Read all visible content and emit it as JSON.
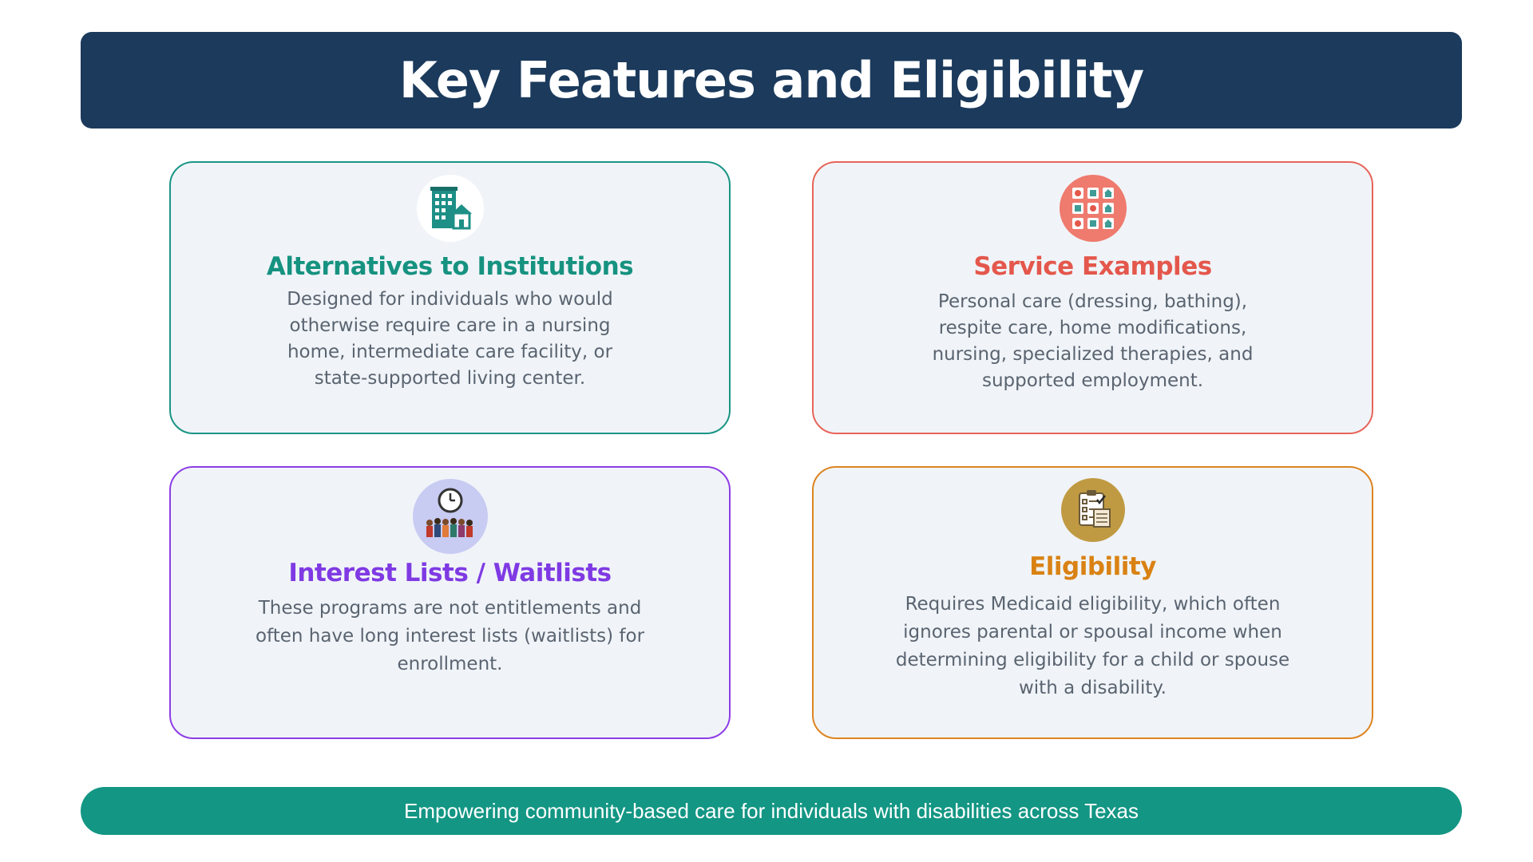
{
  "header": {
    "title": "Key Features and Eligibility"
  },
  "colors": {
    "header_bg": "#1b3a5c",
    "footer_bg": "#139684",
    "card_bg": "#f0f4f8",
    "teal": "#169280",
    "coral": "#e4574c",
    "purple": "#7f3ae3",
    "orange": "#d98214"
  },
  "cards": [
    {
      "icon": "building-house-icon",
      "title": "Alternatives to Institutions",
      "text": "Designed for individuals who would otherwise require care in a nursing home, intermediate care facility, or state-supported living center."
    },
    {
      "icon": "service-grid-icon",
      "title": "Service Examples",
      "text": "Personal care (dressing, bathing), respite care, home modifications, nursing, specialized therapies, and supported employment."
    },
    {
      "icon": "clock-queue-icon",
      "title": "Interest Lists / Waitlists",
      "text": "These programs are not entitlements and often have long interest lists (waitlists) for enrollment."
    },
    {
      "icon": "clipboard-checklist-icon",
      "title": "Eligibility",
      "text": "Requires Medicaid eligibility, which often ignores parental or spousal income when determining eligibility for a child or spouse with a disability."
    }
  ],
  "footer": {
    "text": "Empowering community-based care for individuals with disabilities across Texas"
  }
}
